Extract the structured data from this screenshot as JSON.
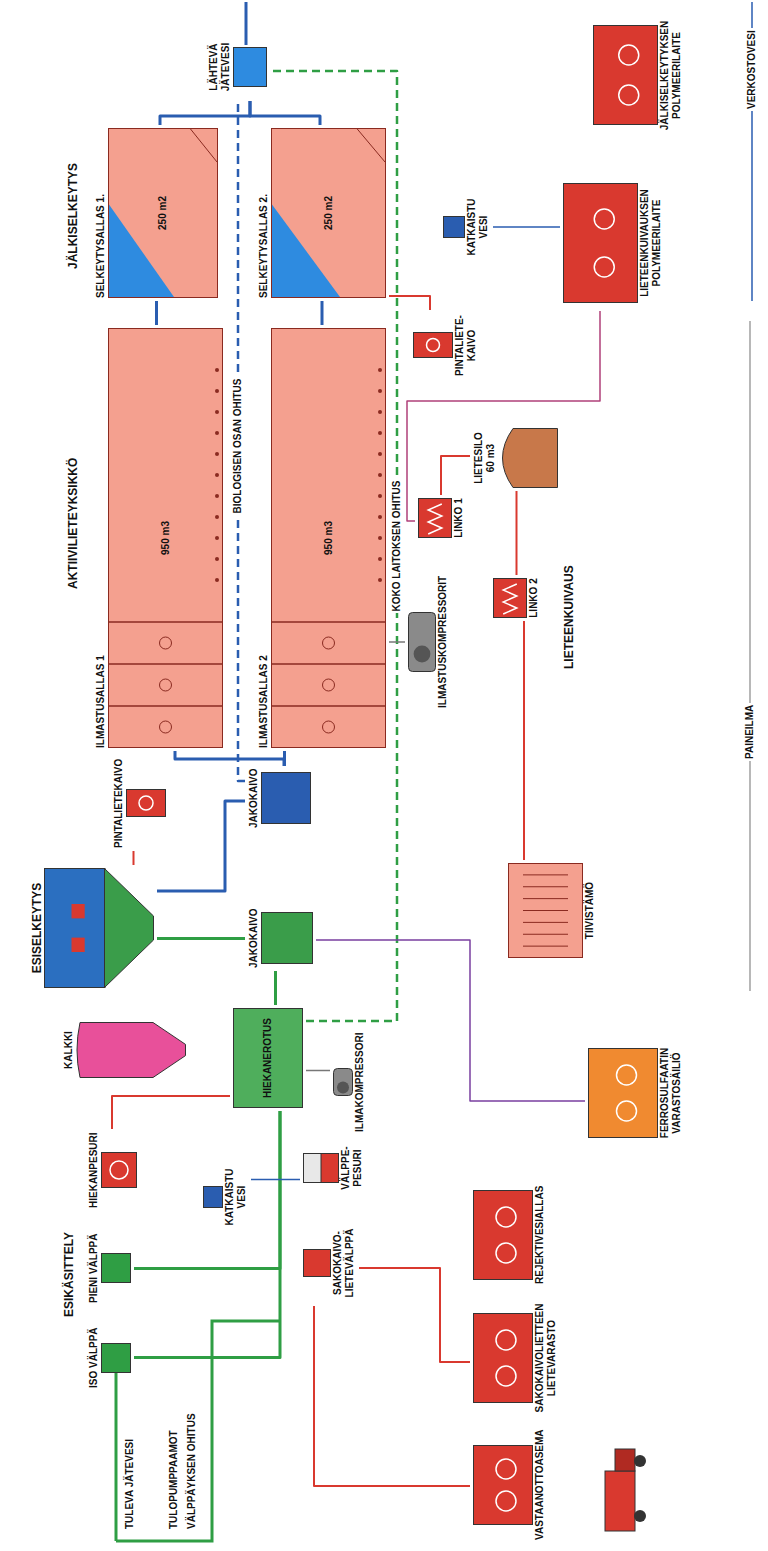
{
  "diagram": {
    "nodes": [
      {
        "text": [
          "ISO VÄLPPÄ"
        ]
      },
      {
        "text": [
          "PIENI VÄLPPÄ"
        ]
      },
      {
        "text": [
          "HIEKANPESURI"
        ]
      },
      {
        "text": [
          "HIEKANEROTUS"
        ]
      },
      {
        "text": [
          "ILMAKOMPRESSORI"
        ]
      },
      {
        "text": [
          "KALKKI"
        ]
      },
      {
        "text": [
          "ESISELKEYTYS"
        ]
      },
      {
        "text": [
          "JAKOKAIVO"
        ]
      },
      {
        "text": [
          "PINTALIETEKAIVO"
        ]
      },
      {
        "text": [
          "JAKOKAIVO"
        ]
      },
      {
        "text": [
          "ILMASTUSALLAS 1",
          "950 m3"
        ]
      },
      {
        "text": [
          "ILMASTUSALLAS 2",
          "950 m3"
        ]
      },
      {
        "text": [
          "SELKEYTYSALLAS 1.",
          "250 m2"
        ]
      },
      {
        "text": [
          "SELKEYTYSALLAS 2.",
          "250 m2"
        ]
      },
      {
        "text": [
          "PINTALIETE- KAIVO"
        ]
      },
      {
        "text": [
          "LÄHTEVÄ JÄTEVESI"
        ]
      },
      {
        "text": [
          "REJEKTIVESIALLAS"
        ]
      },
      {
        "text": [
          "SAKOKAIVOLIETTEEN LIETEVARASTO"
        ]
      },
      {
        "text": [
          "VASTAANOTTOASEMA"
        ]
      },
      {
        "text": [
          "SAKOKAIVO- LIETEVÄLPPÄ"
        ]
      },
      {
        "text": [
          "VÄLPPE- PESURI"
        ]
      },
      {
        "text": [
          "KATKAISTU VESI"
        ]
      },
      {
        "text": [
          "FERROSULFAATIN VARASTOSÄILIÖ"
        ]
      },
      {
        "text": [
          "TIIVISTÄMÖ"
        ]
      },
      {
        "text": [
          "ILMASTUSKOMPRESSORIT"
        ]
      },
      {
        "text": [
          "LINKO 1"
        ]
      },
      {
        "text": [
          "LINKO 2"
        ]
      },
      {
        "text": [
          "LIETESILO 60 m3"
        ]
      },
      {
        "text": [
          "LIETEENKUIVAUKSEN POLYMEERILAITE"
        ]
      },
      {
        "text": [
          "KATKAISTU VESI"
        ]
      },
      {
        "text": [
          "JÄLKISELKEYTYKSEN POLYMEERILAITE"
        ]
      }
    ],
    "edges": [
      {
        "from": 0,
        "to": 3,
        "arrow": "none"
      },
      {
        "from": 1,
        "to": 3,
        "arrow": "none"
      },
      {
        "from": 3,
        "to": 7,
        "arrow": "none"
      },
      {
        "from": 7,
        "to": 6,
        "arrow": "none"
      },
      {
        "from": 6,
        "to": 9,
        "arrow": "none"
      },
      {
        "from": 6,
        "to": 8,
        "arrow": "none"
      },
      {
        "from": 9,
        "to": 10,
        "arrow": "none"
      },
      {
        "from": 9,
        "to": 11,
        "arrow": "none"
      },
      {
        "from": 10,
        "to": 12,
        "arrow": "none"
      },
      {
        "from": 11,
        "to": 13,
        "arrow": "none"
      },
      {
        "from": 12,
        "to": 15,
        "arrow": "none"
      },
      {
        "from": 13,
        "to": 15,
        "arrow": "none"
      },
      {
        "from": 9,
        "to": 15,
        "arrow": "none",
        "label": "BIOLOGISEN OSAN OHITUS"
      },
      {
        "from": 3,
        "to": 15,
        "arrow": "none",
        "label": "KOKO LAITOKSEN OHITUS"
      },
      {
        "from": 13,
        "to": 14,
        "arrow": "none"
      },
      {
        "from": 3,
        "to": 2,
        "arrow": "none"
      },
      {
        "from": 4,
        "to": 3,
        "arrow": "none"
      },
      {
        "from": 21,
        "to": 20,
        "arrow": "none"
      },
      {
        "from": 18,
        "to": 19,
        "arrow": "none"
      },
      {
        "from": 19,
        "to": 17,
        "arrow": "none"
      },
      {
        "from": 22,
        "to": 7,
        "arrow": "none"
      },
      {
        "from": 23,
        "to": 26,
        "arrow": "none"
      },
      {
        "from": 25,
        "to": 27,
        "arrow": "none"
      },
      {
        "from": 26,
        "to": 27,
        "arrow": "none"
      },
      {
        "from": 24,
        "to": 11,
        "arrow": "none"
      },
      {
        "from": 29,
        "to": 28,
        "arrow": "none"
      },
      {
        "from": 28,
        "to": 25,
        "arrow": "none"
      }
    ],
    "labels": [
      "ESIKÄSITTELY",
      "AKTIIVILIETEYKSIKKÖ",
      "JÄLKISELKEYTYS",
      "LIETEENKUIVAUS",
      "TULEVA JÄTEVESI",
      "TULOPUMPPAAMOT",
      "VÄLPPÄYKSEN OHITUS",
      "PAINEILMA",
      "VERKOSTOVESI"
    ]
  }
}
